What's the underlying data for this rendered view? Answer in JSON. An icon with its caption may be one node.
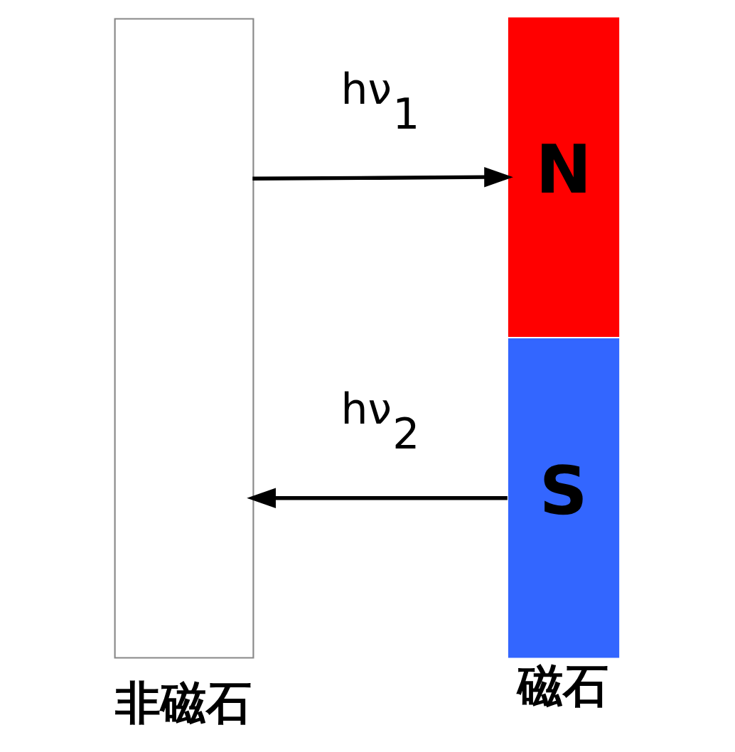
{
  "diagram": {
    "nodes": [
      {
        "text": [
          "非磁石"
        ]
      },
      {
        "text": [
          "N"
        ]
      },
      {
        "text": [
          "S"
        ]
      }
    ],
    "edges": [
      {
        "from": 0,
        "to": 1,
        "arrow": "to",
        "label": "hν$_{1}$"
      },
      {
        "from": 2,
        "to": 0,
        "arrow": "to",
        "label": "hν$_{2}$"
      }
    ],
    "labels": [
      "磁石"
    ]
  }
}
